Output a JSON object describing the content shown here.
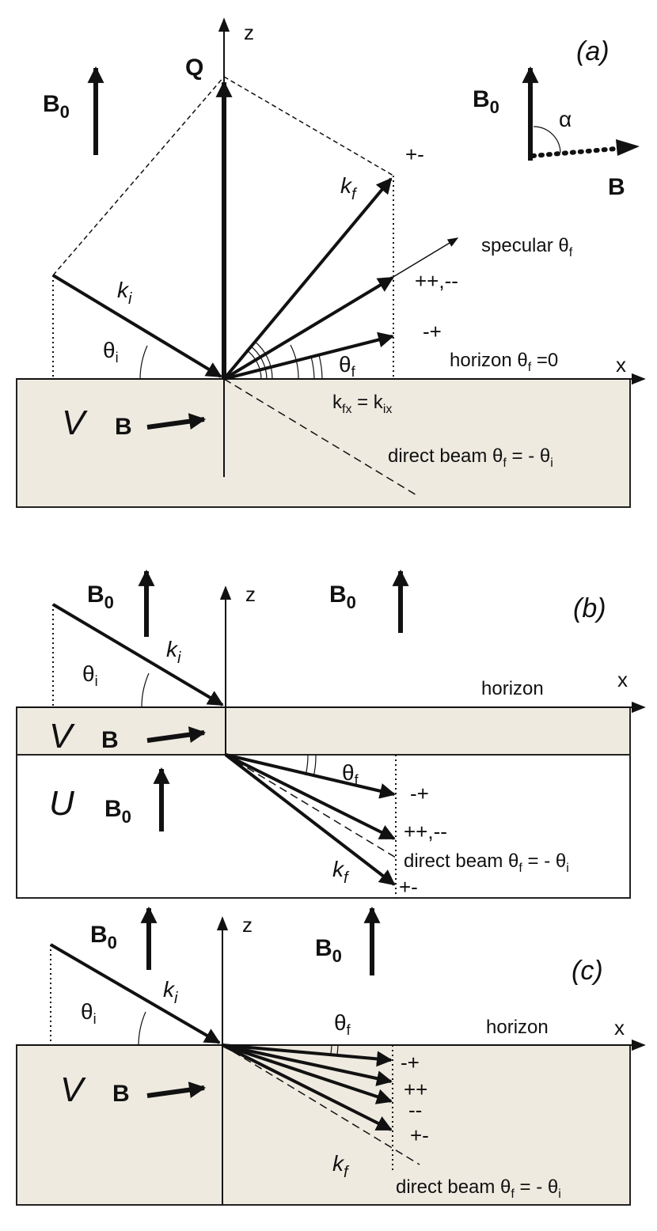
{
  "colors": {
    "medium_fill": "#eeeae0",
    "line": "#111111",
    "frame": "#222222"
  },
  "panel_a": {
    "tag": "(a)",
    "axis_z": "z",
    "axis_x": "x",
    "Q": "Q",
    "B0": "B",
    "B0_sub": "0",
    "B0_right": "B",
    "B0_right_sub": "0",
    "alpha": "α",
    "B_right": "B",
    "ki": "k",
    "ki_sub": "i",
    "kf": "k",
    "kf_sub": "f",
    "theta_i": "θ",
    "theta_i_sub": "i",
    "theta_f": "θ",
    "theta_f_sub": "f",
    "pm": "+-",
    "specular": "specular θ",
    "specular_sub": "f",
    "ppmm": "++,--",
    "mp": "-+",
    "horizon": "horizon θ",
    "horizon_sub": "f",
    "horizon_eq": " =0",
    "kfx": "k",
    "kfx_sub": "fx",
    "kfx_eq": " = k",
    "kix_sub": "ix",
    "V": "V",
    "B": "B",
    "direct": "direct beam θ",
    "direct_sub": "f",
    "direct_eq": " = - θ",
    "direct_sub2": "i"
  },
  "panel_b": {
    "tag": "(b)",
    "axis_z": "z",
    "axis_x": "x",
    "B0_left": "B",
    "B0_left_sub": "0",
    "B0_right": "B",
    "B0_right_sub": "0",
    "ki": "k",
    "ki_sub": "i",
    "theta_i": "θ",
    "theta_i_sub": "i",
    "horizon": "horizon",
    "V": "V",
    "B": "B",
    "U": "U",
    "B0_U": "B",
    "B0_U_sub": "0",
    "theta_f": "θ",
    "theta_f_sub": "f",
    "mp": "-+",
    "ppmm": "++,--",
    "direct": "direct beam θ",
    "direct_sub": "f",
    "direct_eq": " = - θ",
    "direct_sub2": "i",
    "kf": "k",
    "kf_sub": "f",
    "pm": "+-"
  },
  "panel_c": {
    "tag": "(c)",
    "axis_z": "z",
    "axis_x": "x",
    "B0_left": "B",
    "B0_left_sub": "0",
    "B0_right": "B",
    "B0_right_sub": "0",
    "ki": "k",
    "ki_sub": "i",
    "theta_i": "θ",
    "theta_i_sub": "i",
    "theta_f": "θ",
    "theta_f_sub": "f",
    "horizon": "horizon",
    "V": "V",
    "B": "B",
    "mp": "-+",
    "pp": "++",
    "mm": "--",
    "pm": "+-",
    "kf": "k",
    "kf_sub": "f",
    "direct": "direct beam θ",
    "direct_sub": "f",
    "direct_eq": " = - θ",
    "direct_sub2": "i"
  }
}
